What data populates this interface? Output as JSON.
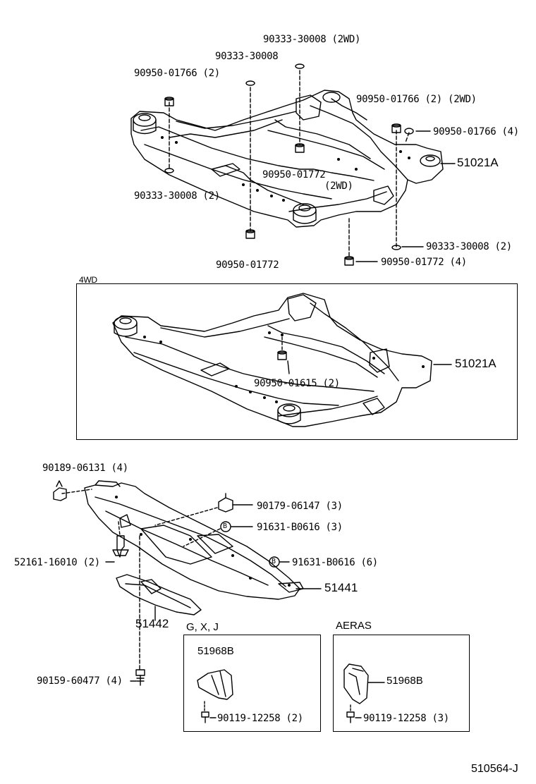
{
  "labels": {
    "top_2wd_washer": "90333-30008 (2WD)",
    "top_washer_center": "90333-30008",
    "top_nut_left": "90950-01766 (2)",
    "nut_right_2wd": "90950-01766 (2) (2WD)",
    "nut_right_4": "90950-01766 (4)",
    "frame_right": "51021A",
    "washer_left": "90333-30008 (2)",
    "nut_center_2wd_code": "90950-01772",
    "nut_center_2wd_tag": "(2WD)",
    "washer_right_lower": "90333-30008 (2)",
    "nut_bottom_right": "90950-01772 (4)",
    "nut_bottom_center": "90950-01772",
    "section_4wd": "4WD",
    "frame_4wd": "51021A",
    "nut_4wd": "90950-01615 (2)",
    "clip_nut": "90189-06131 (4)",
    "nut_90179": "90179-06147 (3)",
    "bolt_a": "91631-B0616 (3)",
    "bolt_b": "91631-B0616 (6)",
    "clip_52161": "52161-16010 (2)",
    "cover": "51441",
    "plate": "51442",
    "bolt_90159": "90159-60477 (4)",
    "box_gxj_title": "G, X, J",
    "gxj_part": "51968B",
    "gxj_bolt": "90119-12258 (2)",
    "box_aeras_title": "AERAS",
    "aeras_part": "51968B",
    "aeras_bolt": "90119-12258 (3)",
    "diagram_id": "510564-J",
    "bolt_marker": "B"
  }
}
